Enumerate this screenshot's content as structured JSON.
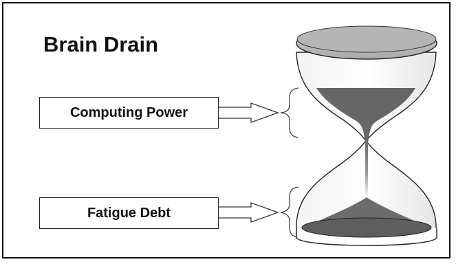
{
  "diagram": {
    "title": "Brain Drain",
    "labels": [
      {
        "text": "Computing Power"
      },
      {
        "text": "Fatigue Debt"
      }
    ]
  },
  "colors": {
    "sand": "#666666",
    "glass_outline": "#222222",
    "cap_fill": "#bdbdbd",
    "background": "#ffffff"
  },
  "icons": {
    "timer": "hourglass-icon",
    "arrow": "arrow-right-icon",
    "bracket": "curly-brace-icon"
  }
}
